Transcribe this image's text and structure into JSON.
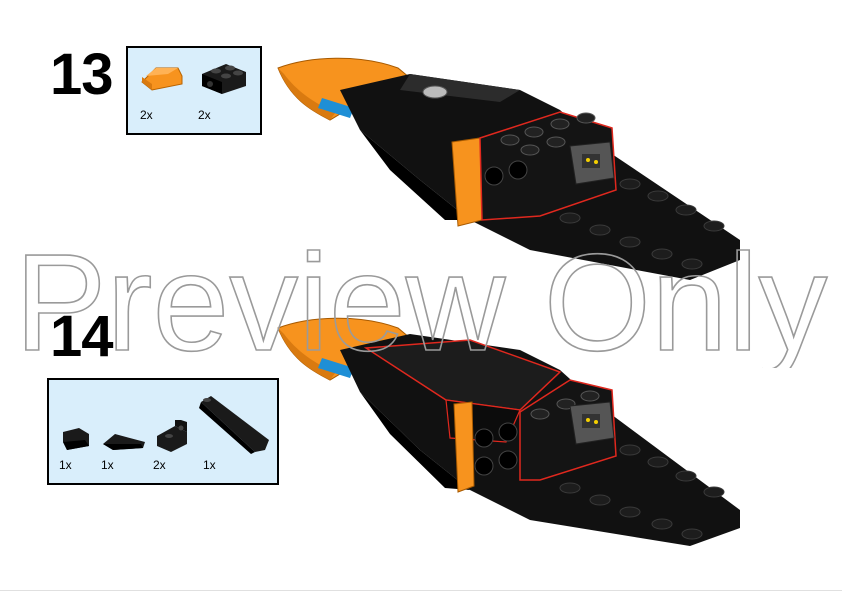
{
  "steps": [
    {
      "number": "13",
      "parts": [
        {
          "qty": "2x",
          "icon": "orange-slope-brick-icon",
          "color": "#f7931e"
        },
        {
          "qty": "2x",
          "icon": "black-bracket-plate-icon",
          "color": "#1a1a1a"
        }
      ]
    },
    {
      "number": "14",
      "parts": [
        {
          "qty": "1x",
          "icon": "black-curved-slope-icon",
          "color": "#1a1a1a"
        },
        {
          "qty": "1x",
          "icon": "black-wedge-slope-icon",
          "color": "#1a1a1a"
        },
        {
          "qty": "2x",
          "icon": "black-bracket-icon",
          "color": "#1a1a1a"
        },
        {
          "qty": "1x",
          "icon": "black-long-slope-icon",
          "color": "#1a1a1a"
        }
      ]
    }
  ],
  "watermark": "Preview Only",
  "colors": {
    "box_background": "#d9eefb",
    "model_black": "#111111",
    "model_orange": "#f7931e",
    "highlight_red": "#e0281e",
    "accent_blue": "#1e8fd6"
  }
}
